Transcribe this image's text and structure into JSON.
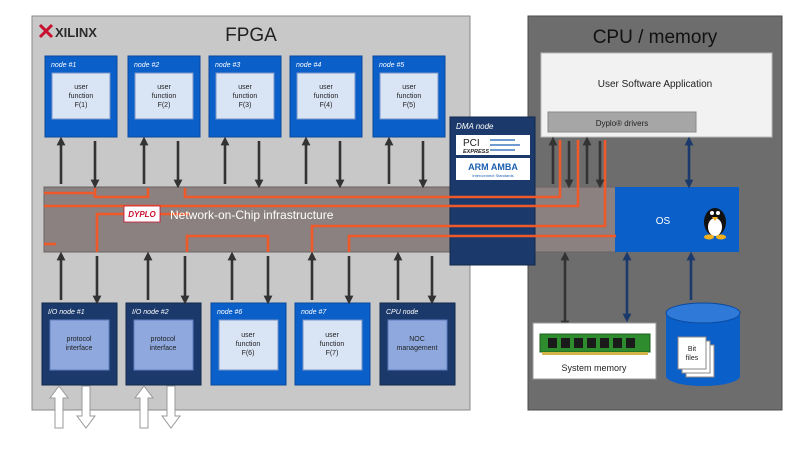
{
  "fpga": {
    "brand": "XILINX",
    "title": "FPGA",
    "nodes": [
      {
        "label": "node #1",
        "text": [
          "user",
          "function",
          "F(1)"
        ]
      },
      {
        "label": "node #2",
        "text": [
          "user",
          "function",
          "F(2)"
        ]
      },
      {
        "label": "node #3",
        "text": [
          "user",
          "function",
          "F(3)"
        ]
      },
      {
        "label": "node #4",
        "text": [
          "user",
          "function",
          "F(4)"
        ]
      },
      {
        "label": "node #5",
        "text": [
          "user",
          "function",
          "F(5)"
        ]
      },
      {
        "label": "I/O node #1",
        "text": [
          "protocol",
          "interface"
        ]
      },
      {
        "label": "I/O node #2",
        "text": [
          "protocol",
          "interface"
        ]
      },
      {
        "label": "node #6",
        "text": [
          "user",
          "function",
          "F(6)"
        ]
      },
      {
        "label": "node #7",
        "text": [
          "user",
          "function",
          "F(7)"
        ]
      },
      {
        "label": "CPU node",
        "text": [
          "NOC",
          "management"
        ]
      }
    ],
    "noc": {
      "logo": "DYPLO",
      "label": "Network-on-Chip infrastructure"
    }
  },
  "dma": {
    "label": "DMA node",
    "pci": {
      "top": "PCI",
      "bottom": "EXPRESS"
    },
    "arm": {
      "logo": "ARM AMBA",
      "tagline": "Interconnect Standards"
    }
  },
  "cpu": {
    "title": "CPU / memory",
    "app": "User Software Application",
    "drivers": "Dyplo® drivers",
    "os": "OS",
    "memory": "System memory",
    "bitfiles": [
      "Bit",
      "files"
    ]
  },
  "icons": {
    "xilinx": "xilinx-logo-icon",
    "linux": "linux-penguin-icon",
    "memory": "memory-module-icon",
    "files": "file-stack-icon"
  },
  "colors": {
    "fpga_bg": "#c8c8c8",
    "node_blue": "#0b5fc8",
    "node_inner": "#d9e4f5",
    "io_navy": "#1b3a6b",
    "io_inner": "#8fa9df",
    "noc": "#8a8180",
    "route": "#f0592a",
    "arrow": "#333333",
    "cpu_bg": "#6d6d6d",
    "os": "#0b5fc8",
    "dma": "#1b3a6b"
  }
}
